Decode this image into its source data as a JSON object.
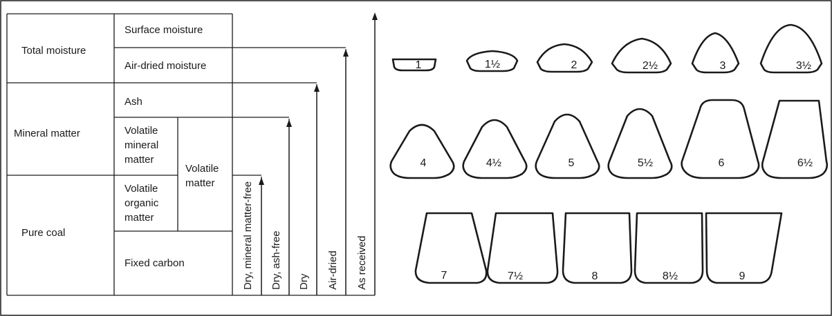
{
  "coal_analysis": {
    "row_groups": {
      "total_moisture": "Total moisture",
      "mineral_matter": "Mineral matter",
      "pure_coal": "Pure coal"
    },
    "components": {
      "surface_moisture": "Surface moisture",
      "air_dried_moisture": "Air-dried moisture",
      "ash": "Ash",
      "volatile_mineral_matter": [
        "Volatile",
        "mineral",
        "matter"
      ],
      "volatile_matter": [
        "Volatile",
        "matter"
      ],
      "volatile_organic_matter": [
        "Volatile",
        "organic",
        "matter"
      ],
      "fixed_carbon": "Fixed carbon"
    },
    "bases": {
      "dmmf": "Dry, mineral matter-free",
      "daf": "Dry, ash-free",
      "dry": "Dry",
      "air_dried": "Air-dried",
      "as_received": "As received"
    }
  },
  "swelling_profiles": {
    "row1": [
      "1",
      "1½",
      "2",
      "2½",
      "3",
      "3½"
    ],
    "row2": [
      "4",
      "4½",
      "5",
      "5½",
      "6",
      "6½"
    ],
    "row3": [
      "7",
      "7½",
      "8",
      "8½",
      "9"
    ]
  }
}
